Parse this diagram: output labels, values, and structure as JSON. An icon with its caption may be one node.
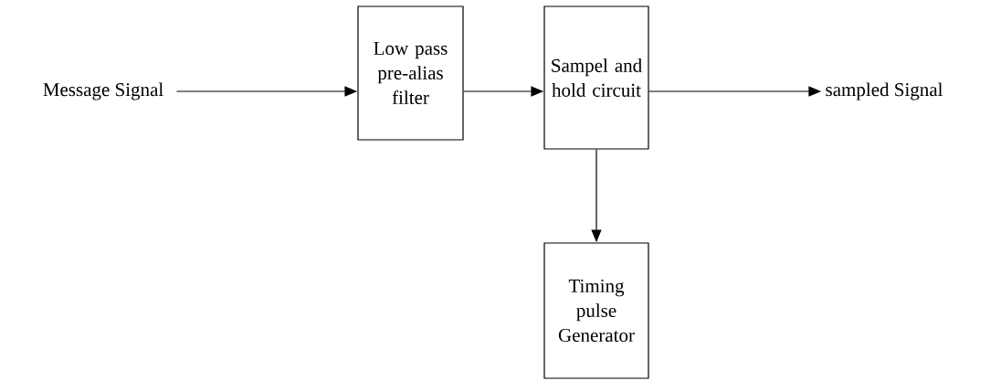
{
  "diagram": {
    "nodes": [
      {
        "text": [
          "Message Signal"
        ]
      },
      {
        "text": [
          "Low pass pre-alias filter"
        ]
      },
      {
        "text": [
          "Sampel and hold circuit"
        ]
      },
      {
        "text": [
          "sampled Signal"
        ]
      },
      {
        "text": [
          "Timing pulse Generator"
        ]
      }
    ],
    "edges": [
      {
        "from": 0,
        "to": 1,
        "arrow": "to"
      },
      {
        "from": 1,
        "to": 2,
        "arrow": "to"
      },
      {
        "from": 2,
        "to": 3,
        "arrow": "to"
      },
      {
        "from": 2,
        "to": 4,
        "arrow": "to"
      }
    ]
  }
}
